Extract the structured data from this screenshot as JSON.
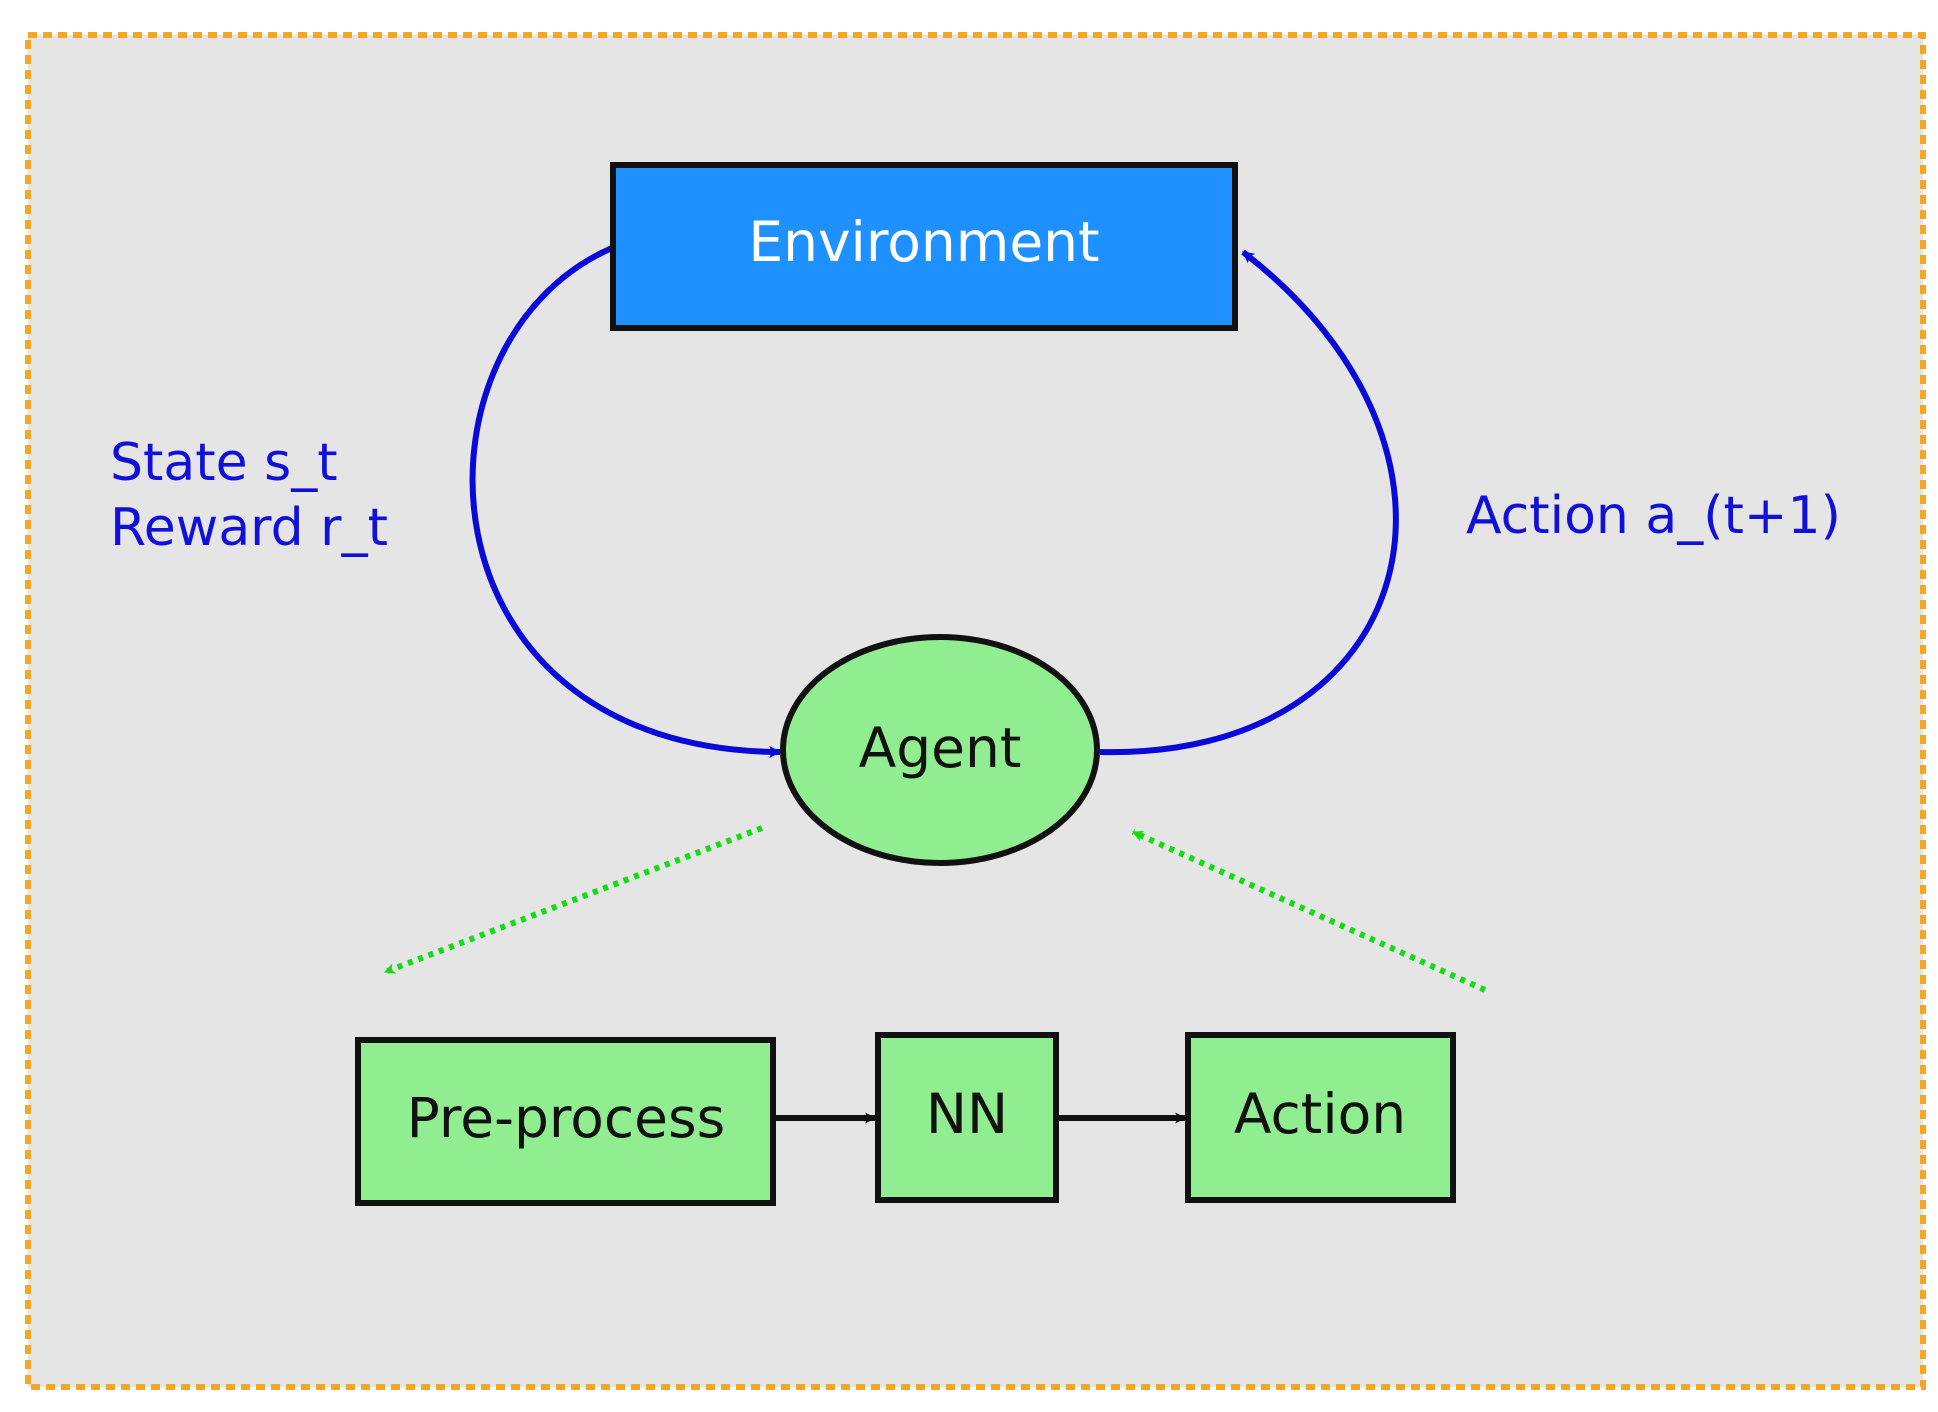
{
  "colors": {
    "background": "#e5e5e5",
    "frame": "#f5a623",
    "environment_fill": "#1e90ff",
    "agent_fill": "#90ee90",
    "pipeline_fill": "#90ee90",
    "outline": "#111111",
    "loop_arrow": "#0a0ad8",
    "loop_label": "#1010d8",
    "pipeline_link": "#11dd11",
    "pipeline_arrow": "#111111"
  },
  "nodes": {
    "environment": "Environment",
    "agent": "Agent",
    "preprocess": "Pre-process",
    "nn": "NN",
    "action": "Action"
  },
  "labels": {
    "state": "State s_t",
    "reward": "Reward r_t",
    "action": "Action a_(t+1)"
  }
}
